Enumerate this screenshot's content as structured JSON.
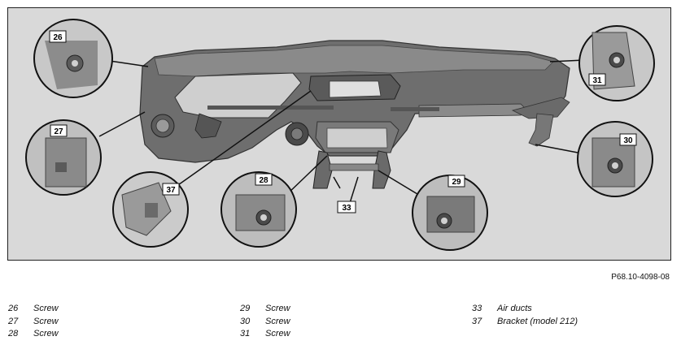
{
  "figure": {
    "reference_code": "P68.10-4098-08",
    "callouts": [
      "26",
      "27",
      "28",
      "29",
      "30",
      "31",
      "33",
      "37"
    ]
  },
  "legend": {
    "columns": [
      [
        {
          "num": "26",
          "text": "Screw"
        },
        {
          "num": "27",
          "text": "Screw"
        },
        {
          "num": "28",
          "text": "Screw"
        }
      ],
      [
        {
          "num": "29",
          "text": "Screw"
        },
        {
          "num": "30",
          "text": "Screw"
        },
        {
          "num": "31",
          "text": "Screw"
        }
      ],
      [
        {
          "num": "33",
          "text": "Air ducts"
        },
        {
          "num": "37",
          "text": "Bracket (model 212)"
        }
      ]
    ]
  }
}
